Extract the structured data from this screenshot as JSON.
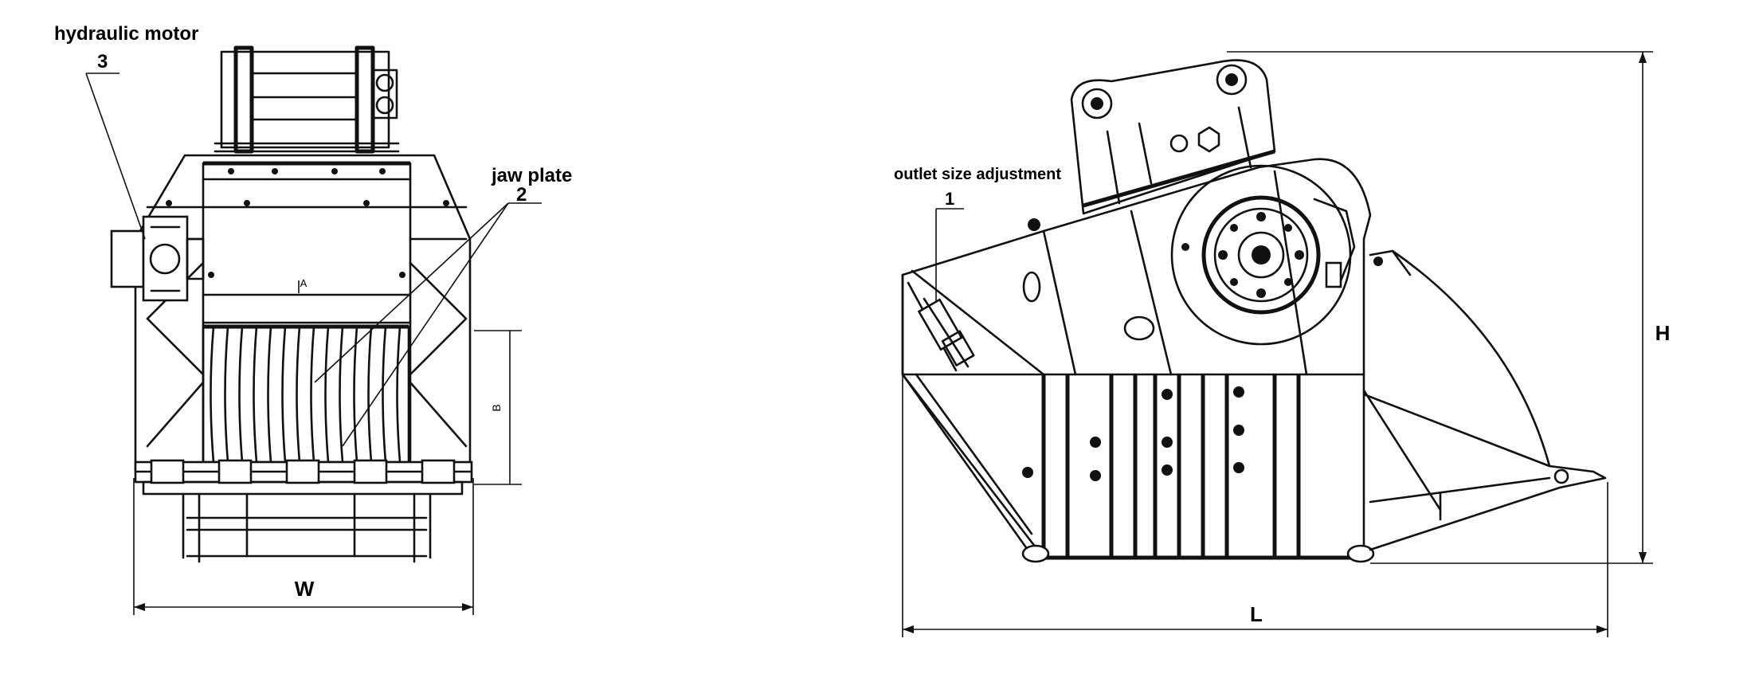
{
  "labels": {
    "hydraulic_motor": "hydraulic motor",
    "motor_number": "3",
    "jaw_plate": "jaw plate",
    "jaw_plate_number": "2",
    "outlet_size_adjustment": "outlet size adjustment",
    "outlet_number": "1",
    "front_marker_a": "A",
    "front_marker_b": "B"
  },
  "dimensions": {
    "width": "W",
    "height": "H",
    "length": "L"
  },
  "colors": {
    "line": "#111111",
    "background": "#ffffff"
  }
}
